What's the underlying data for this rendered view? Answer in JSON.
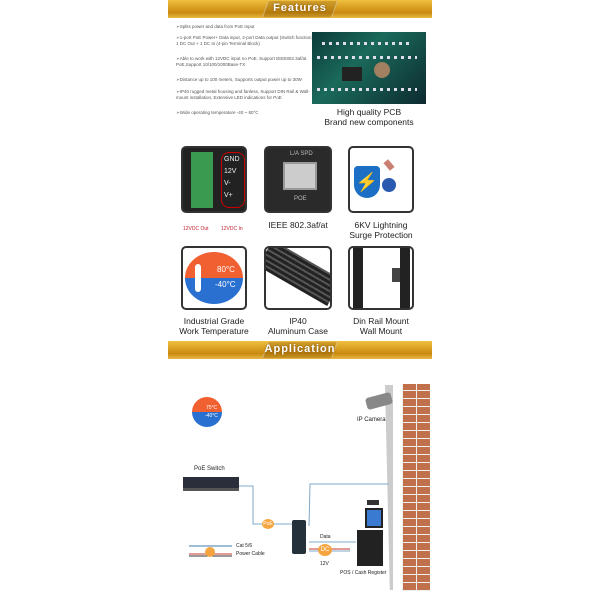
{
  "features": {
    "title": "Features",
    "items": [
      "Splits power and data from PoE Input",
      "1-port PoE Power+ Data input, 2-port Data output (Switch function), 1 DC Out + 1 DC In (4-pin Terminal Block)",
      "Able to work with 12VDC input no PoE, Support IEEE802.3af/at PoE,Support 10/100/1000Base-TX",
      "Distance up to 100 meters, Supports output power up to 30W",
      "IP40 rugged metal housing and fanless, Support DIN Rail & Wall-mount installation, Extensive LED indications for PoE",
      "Wide operating temperature -40 ~ 80°C"
    ],
    "pcb_caption": [
      "High quality PCB",
      "Brand new components"
    ]
  },
  "icons": [
    {
      "name": "terminal-block",
      "pins": [
        "GND",
        "12V",
        "V-",
        "V+"
      ],
      "notes": [
        "12VDC Out",
        "12VDC In"
      ]
    },
    {
      "name": "rj45-port",
      "port_labels": [
        "L/A",
        "SPD",
        "POE"
      ],
      "caption": [
        "IEEE 802.3af/at"
      ]
    },
    {
      "name": "lightning",
      "caption": [
        "6KV Lightning",
        "Surge Protection"
      ]
    },
    {
      "name": "temperature",
      "temps": [
        "80°C",
        "-40°C"
      ],
      "caption": [
        "Industrial Grade",
        "Work Temperature"
      ]
    },
    {
      "name": "aluminum-case",
      "caption": [
        "IP40",
        "Aluminum Case"
      ]
    },
    {
      "name": "din-rail",
      "caption": [
        "Din Rail Mount",
        "Wall Mount"
      ]
    }
  ],
  "application": {
    "title": "Application",
    "temps": [
      "75°C",
      "-40°C"
    ],
    "poe_switch": "PoE Switch",
    "ip_camera": "IP Camera",
    "poe_badge": "PoE",
    "dc_badge": "DC",
    "data": "Data",
    "voltage": "12V",
    "pos": "POS / Cash Register",
    "legend": [
      "Cat 5/6",
      "Power Cable"
    ]
  },
  "colors": {
    "gold": "#d9a020",
    "cable": "#7fa8c8",
    "power": "#c0392b",
    "badge": "#f5a540"
  }
}
